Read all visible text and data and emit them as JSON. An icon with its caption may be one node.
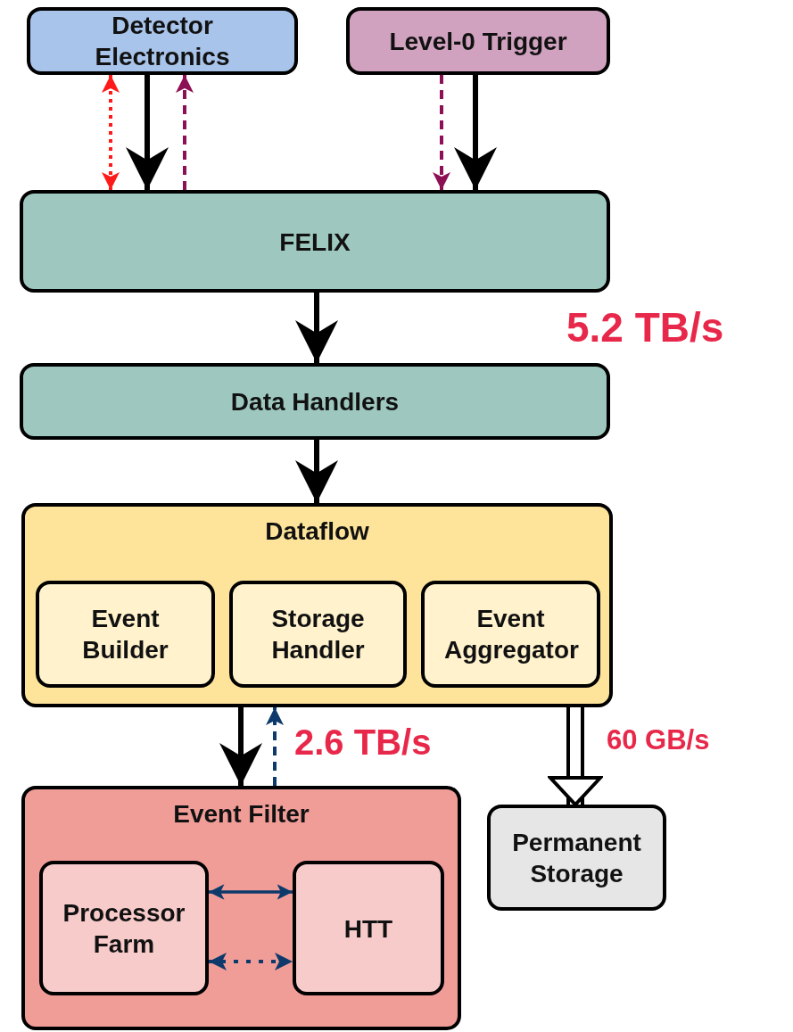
{
  "diagram": {
    "nodes": [
      {
        "text": [
          "Detector Electronics"
        ]
      },
      {
        "text": [
          "Level-0 Trigger"
        ]
      },
      {
        "text": [
          "FELIX"
        ]
      },
      {
        "text": [
          "Data Handlers"
        ]
      },
      {
        "text": [
          "Dataflow"
        ]
      },
      {
        "text": [
          "Event Builder"
        ],
        "in": 4
      },
      {
        "text": [
          "Storage Handler"
        ],
        "in": 4
      },
      {
        "text": [
          "Event Aggregator"
        ],
        "in": 4
      },
      {
        "text": [
          "Event Filter"
        ]
      },
      {
        "text": [
          "Processor Farm"
        ],
        "in": 8
      },
      {
        "text": [
          "HTT"
        ],
        "in": 8
      },
      {
        "text": [
          "Permanent Storage"
        ]
      }
    ],
    "edges": [
      {
        "from": 0,
        "to": 2,
        "arrow": "both",
        "style": "dashed",
        "color": "#ff1a1a"
      },
      {
        "from": 0,
        "to": 2,
        "arrow": "to"
      },
      {
        "from": 2,
        "to": 0,
        "arrow": "to",
        "style": "dashed",
        "color": "#8e1054"
      },
      {
        "from": 1,
        "to": 2,
        "arrow": "to",
        "style": "dashed",
        "color": "#8e1054"
      },
      {
        "from": 1,
        "to": 2,
        "arrow": "to"
      },
      {
        "from": 2,
        "to": 3,
        "arrow": "to"
      },
      {
        "from": 3,
        "to": 4,
        "arrow": "to"
      },
      {
        "from": 4,
        "to": 8,
        "arrow": "to"
      },
      {
        "from": 8,
        "to": 4,
        "arrow": "to",
        "style": "dashed",
        "color": "#0d3a6b"
      },
      {
        "from": 4,
        "to": 11,
        "arrow": "to",
        "style": "thick"
      },
      {
        "from": 9,
        "to": 10,
        "arrow": "both",
        "color": "#0d3a6b"
      },
      {
        "from": 9,
        "to": 10,
        "arrow": "both",
        "style": "dashed",
        "color": "#0d3a6b"
      }
    ],
    "labels": [
      "5.2 TB/s",
      "2.6 TB/s",
      "60 GB/s"
    ]
  }
}
